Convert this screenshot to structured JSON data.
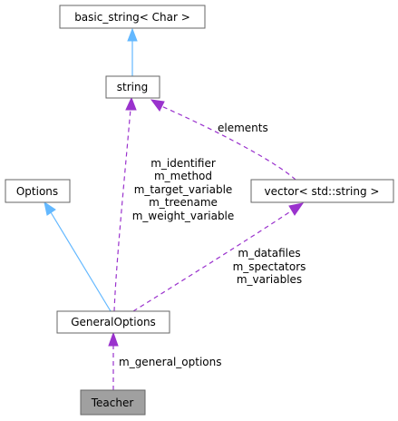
{
  "nodes": {
    "basic_string": "basic_string< Char >",
    "string": "string",
    "options": "Options",
    "vector": "vector< std::string >",
    "general_options": "GeneralOptions",
    "teacher": "Teacher"
  },
  "edge_labels": {
    "elements": "elements",
    "string_members": [
      "m_identifier",
      "m_method",
      "m_target_variable",
      "m_treename",
      "m_weight_variable"
    ],
    "vector_members": [
      "m_datafiles",
      "m_spectators",
      "m_variables"
    ],
    "general_options_member": "m_general_options"
  },
  "colors": {
    "inheritance": "#63b8ff",
    "usage": "#9a32cd",
    "focus_fill": "#a0a0a0",
    "node_border": "#666666"
  }
}
